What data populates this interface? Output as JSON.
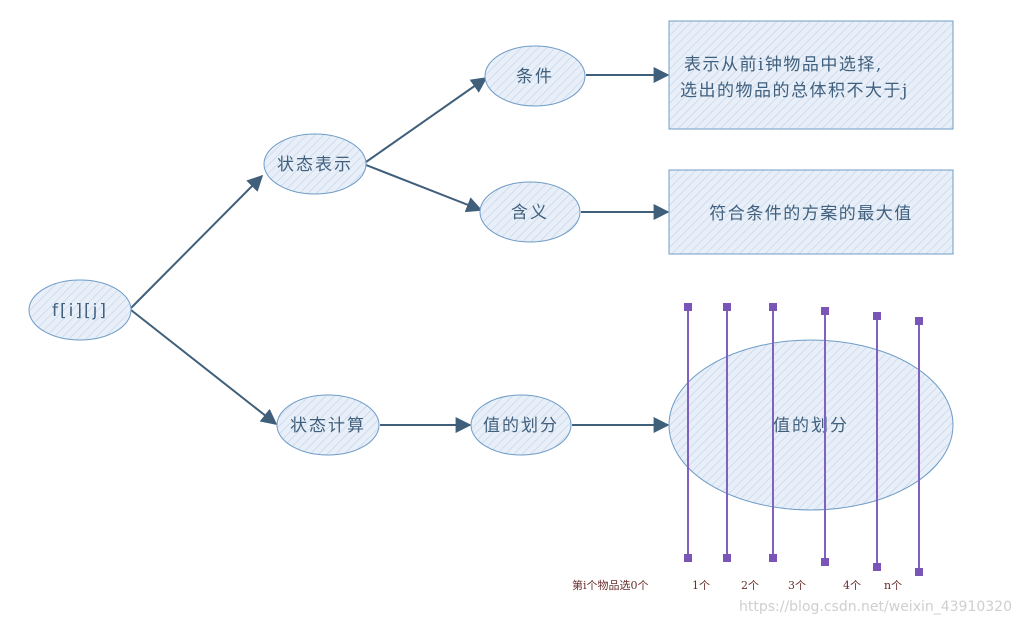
{
  "nodes": {
    "root": "f[i][j]",
    "state_repr": "状态表示",
    "state_calc": "状态计算",
    "condition": "条件",
    "meaning": "含义",
    "value_split_small": "值的划分",
    "value_split_big": "值的划分"
  },
  "boxes": {
    "condition_line1": "表示从前i钟物品中选择,",
    "condition_line2": "选出的物品的总体积不大于j",
    "meaning_text": "符合条件的方案的最大值"
  },
  "bar_labels": {
    "first": "第i个物品选0个",
    "second": "1个",
    "third": "2个",
    "fourth": "3个",
    "fifth": "4个",
    "sixth": "n个"
  },
  "watermark": "https://blog.csdn.net/weixin_43910320",
  "colors": {
    "shape_fill": "#e6eef8",
    "shape_stroke": "#6f9cc7",
    "edge": "#3f5f7a",
    "bar": "#8060c0"
  }
}
